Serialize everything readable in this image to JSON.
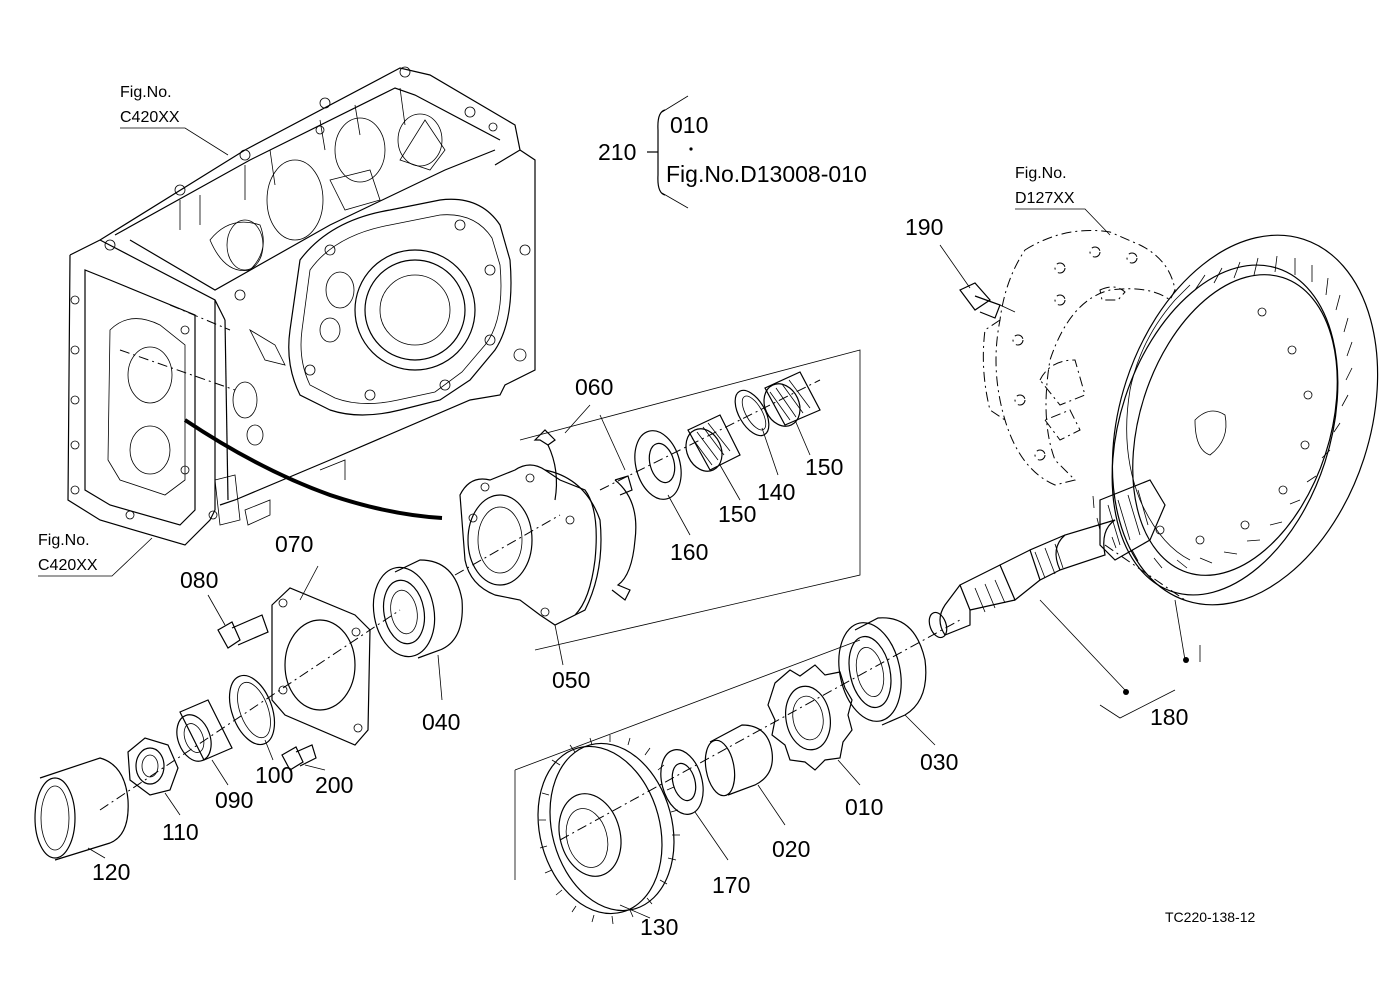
{
  "refs": {
    "c420_top": [
      "Fig.No.",
      "C420XX"
    ],
    "c420_left": [
      "Fig.No.",
      "C420XX"
    ],
    "d127": [
      "Fig.No.",
      "D127XX"
    ]
  },
  "bracket": {
    "parent": "210",
    "item1": "010",
    "item2": "Fig.No.D13008-010"
  },
  "parts": {
    "p010": "010",
    "p020": "020",
    "p030": "030",
    "p040": "040",
    "p050": "050",
    "p060": "060",
    "p070": "070",
    "p080": "080",
    "p090": "090",
    "p100": "100",
    "p110": "110",
    "p120": "120",
    "p130": "130",
    "p140": "140",
    "p150a": "150",
    "p150b": "150",
    "p160": "160",
    "p170": "170",
    "p180": "180",
    "p190": "190",
    "p200": "200"
  },
  "drawing_code": "TC220-138-12"
}
